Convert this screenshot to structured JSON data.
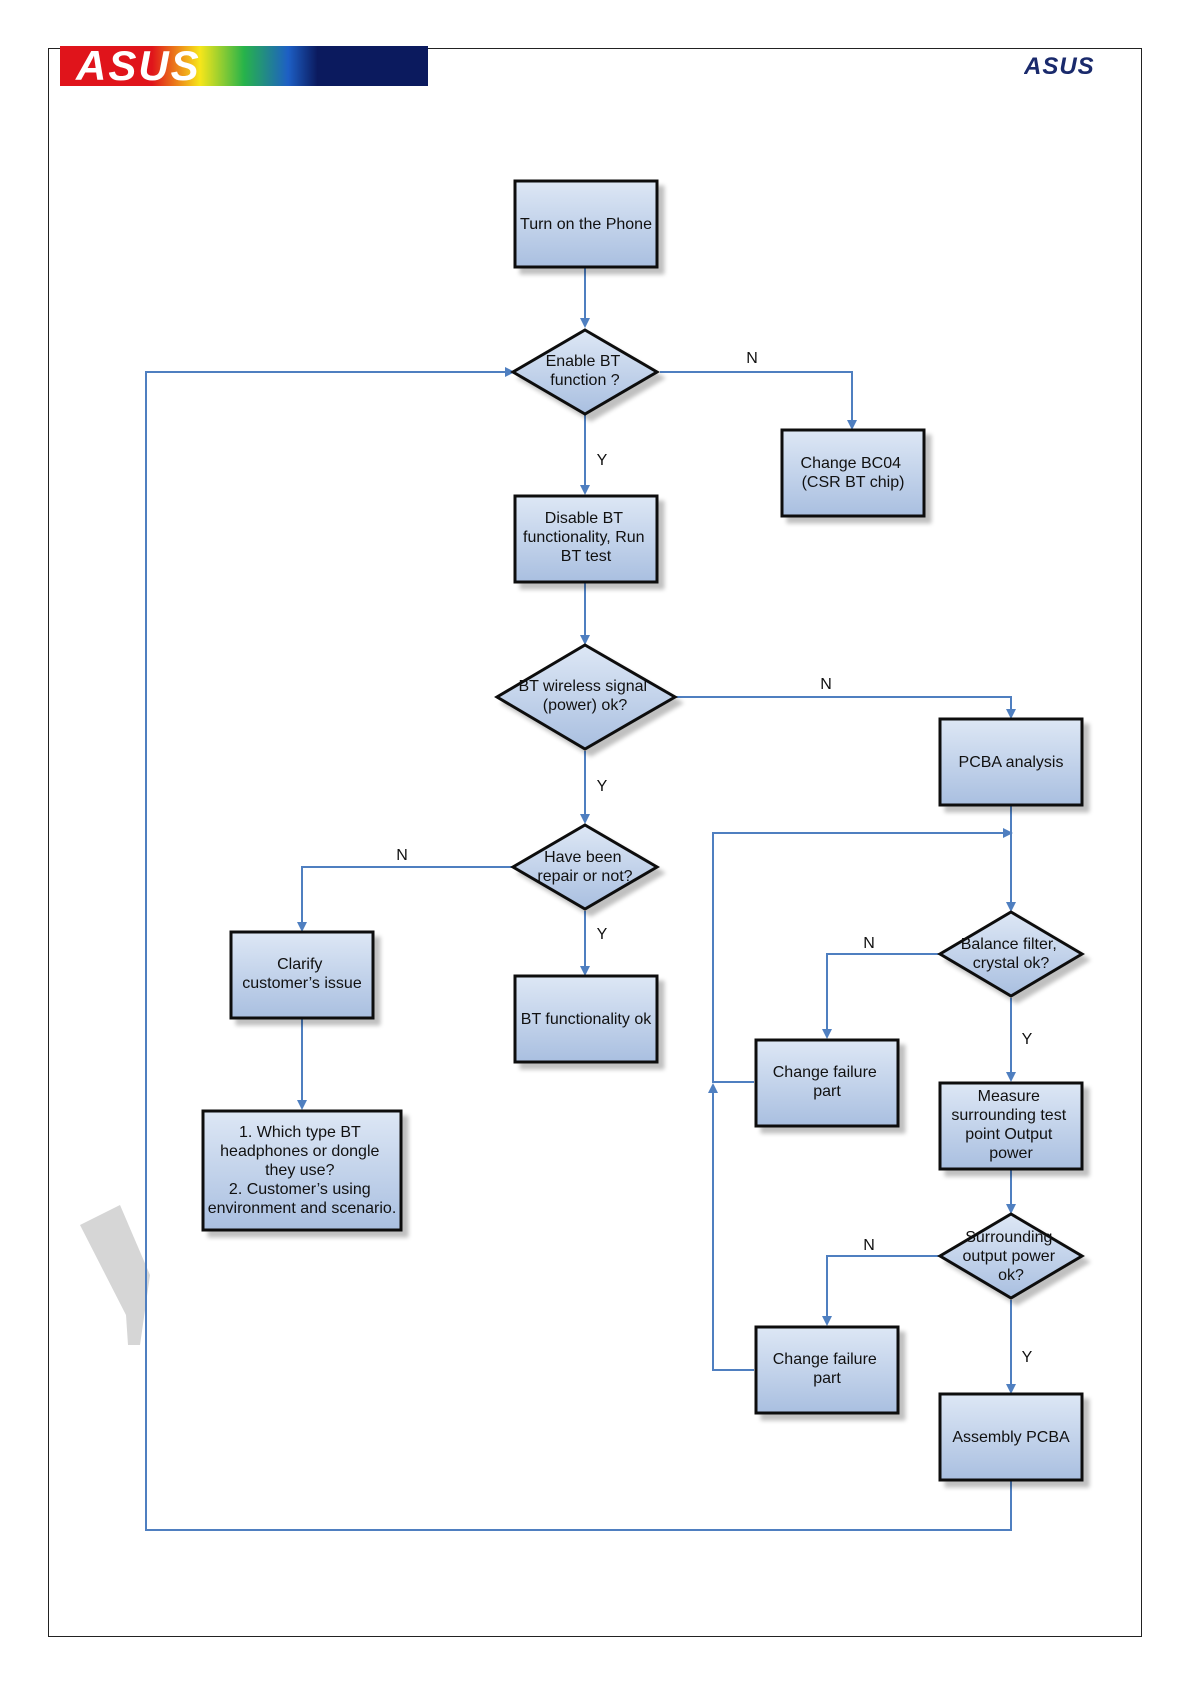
{
  "header": {
    "logo_left_text": "ASUS",
    "logo_right_text": "ASUS"
  },
  "colors": {
    "node_fill_top": "#dde7f5",
    "node_fill_bottom": "#a9bfe0",
    "node_border": "#111111",
    "edge": "#4f7fc0"
  },
  "nodes": {
    "turn_on": [
      "Turn on the Phone"
    ],
    "enable_bt": [
      "Enable BT",
      "function ?"
    ],
    "change_bc04": [
      "Change BC04",
      "(CSR BT chip)"
    ],
    "disable_bt": [
      "Disable BT",
      "functionality, Run",
      "BT test"
    ],
    "bt_signal": [
      "BT wireless signal",
      "(power) ok?"
    ],
    "pcba_analysis": [
      "PCBA analysis"
    ],
    "have_repair": [
      "Have been",
      "repair or not?"
    ],
    "clarify": [
      "Clarify",
      "customer’s issue"
    ],
    "bt_ok": [
      "BT functionality ok"
    ],
    "questions": [
      "1. Which type BT",
      "headphones or dongle",
      "they use?",
      "2. Customer’s using",
      "environment and scenario."
    ],
    "balance_filter": [
      "Balance filter,",
      "crystal ok?"
    ],
    "change_failure_1": [
      "Change failure",
      "part"
    ],
    "measure": [
      "Measure",
      "surrounding test",
      "point Output",
      "power"
    ],
    "surrounding_ok": [
      "Surrounding",
      "output power",
      "ok?"
    ],
    "change_failure_2": [
      "Change failure",
      "part"
    ],
    "assembly": [
      "Assembly PCBA"
    ]
  },
  "edge_labels": {
    "enable_no": "N",
    "enable_yes": "Y",
    "signal_no": "N",
    "signal_yes": "Y",
    "repair_no": "N",
    "repair_yes": "Y",
    "balance_no": "N",
    "balance_yes": "Y",
    "surround_no": "N",
    "surround_yes": "Y"
  }
}
